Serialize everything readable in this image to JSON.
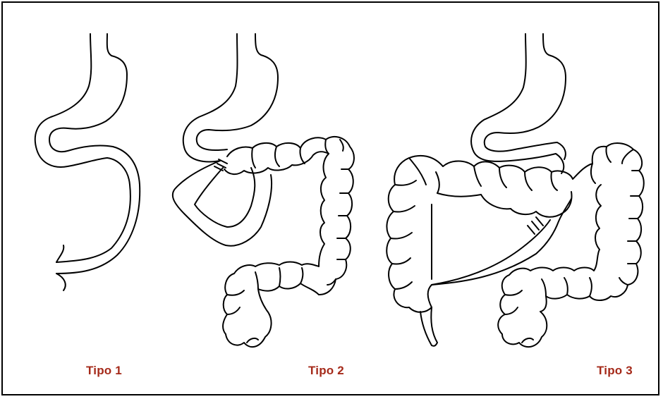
{
  "labels": {
    "type1": "Tipo 1",
    "type2": "Tipo 2",
    "type3": "Tipo 3"
  },
  "colors": {
    "label": "#a52a1a",
    "line": "#000000",
    "background": "#ffffff"
  }
}
